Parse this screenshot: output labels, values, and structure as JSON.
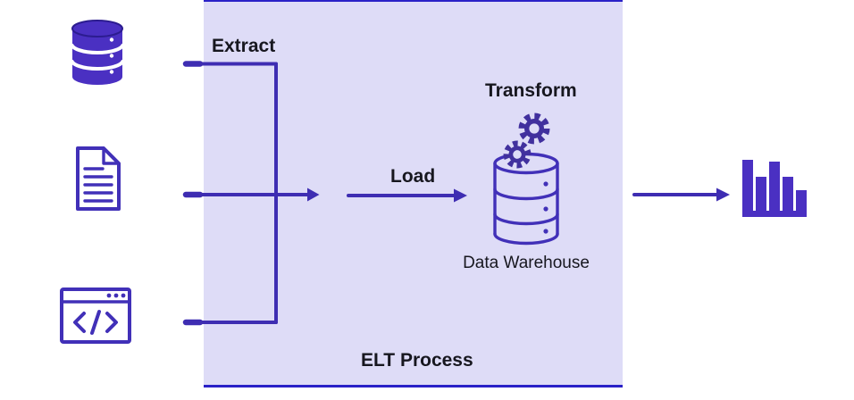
{
  "diagram": {
    "box_label": "ELT Process",
    "steps": {
      "extract": "Extract",
      "load": "Load",
      "transform": "Transform"
    },
    "warehouse_label": "Data Warehouse",
    "sources": [
      {
        "name": "database",
        "icon": "database-icon"
      },
      {
        "name": "document",
        "icon": "document-icon"
      },
      {
        "name": "code-window",
        "icon": "code-window-icon"
      }
    ],
    "destination": {
      "name": "data-warehouse",
      "icon": "data-warehouse-icon"
    },
    "transform_icon": "gears-icon",
    "output": {
      "name": "bar-chart",
      "icon": "bar-chart-icon"
    },
    "colors": {
      "box_fill": "#dedcf7",
      "box_border": "#2a21c7",
      "line": "#3e2db2",
      "icon_fill": "#4a30c2",
      "gear_fill": "#41309e",
      "icon_outline": "#4130b8",
      "text": "#17171f"
    }
  }
}
